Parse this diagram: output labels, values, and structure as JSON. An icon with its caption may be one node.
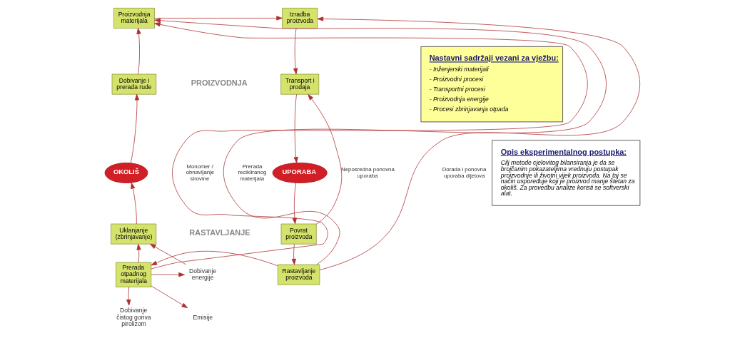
{
  "diagram": {
    "nodes": [
      {
        "text": [
          "Proizvodnja materijala"
        ]
      },
      {
        "text": [
          "Izradba proizvoda"
        ]
      },
      {
        "text": [
          "Dobivanje i prerada rude"
        ]
      },
      {
        "text": [
          "Transport i prodaja"
        ]
      },
      {
        "text": [
          "OKOLIŠ"
        ]
      },
      {
        "text": [
          "UPORABA"
        ]
      },
      {
        "text": [
          "Uklanjanje (zbrinjavanje)"
        ]
      },
      {
        "text": [
          "Povrat proizvoda"
        ]
      },
      {
        "text": [
          "Dobivanje energije"
        ]
      },
      {
        "text": [
          "Emisije"
        ]
      },
      {
        "text": [
          "Prerada otpadnog materijala"
        ]
      },
      {
        "text": [
          "Rastavljanje proizvoda"
        ]
      },
      {
        "text": [
          "Dobivanje čistog goriva pirolizom"
        ]
      },
      {
        "text": [
          "Nastavni sadržaji vezani za vježbu:",
          "- Inženjerski materijali",
          "- Proizvodni procesi",
          "- Transportni procesi",
          "- Proizvodnja energije",
          "- Procesi zbrinjavanja otpada"
        ]
      },
      {
        "text": [
          "Opis eksperimentalnog postupka:",
          "Cilj metode cjelovitog bilansiranja je da se brojčanim pokazateljima vrednuju postupak proizvodnje ili životni vijek proizvoda. Na taj se način uspoređuje koji je proizvod manje štetan za okoliš. Za provedbu analize koristi se softverski alat."
        ]
      }
    ],
    "edges": [
      {
        "from": 0,
        "to": 1,
        "arrow": "to"
      },
      {
        "from": 2,
        "to": 0,
        "arrow": "to"
      },
      {
        "from": 4,
        "to": 2,
        "arrow": "to"
      },
      {
        "from": 6,
        "to": 4,
        "arrow": "to"
      },
      {
        "from": 1,
        "to": 3,
        "arrow": "to"
      },
      {
        "from": 3,
        "to": 5,
        "arrow": "to"
      },
      {
        "from": 5,
        "to": 7,
        "arrow": "to"
      },
      {
        "from": 7,
        "to": 11,
        "arrow": "to"
      },
      {
        "from": 7,
        "to": 3,
        "arrow": "to",
        "label": "Neposredna ponovna uporaba"
      },
      {
        "from": 11,
        "to": 1,
        "arrow": "to",
        "label": "Dorada i ponovna uporaba dijelova"
      },
      {
        "from": 11,
        "to": 0,
        "arrow": "to",
        "label": "Prerada recikliranog materijala"
      },
      {
        "from": 11,
        "to": 10,
        "arrow": "to"
      },
      {
        "from": 10,
        "to": 0,
        "arrow": "to",
        "label": "Monomer / obnavljanje sirovine"
      },
      {
        "from": 10,
        "to": 6,
        "arrow": "to"
      },
      {
        "from": 10,
        "to": 8,
        "arrow": "to"
      },
      {
        "from": 8,
        "to": 6,
        "arrow": "to"
      },
      {
        "from": 10,
        "to": 9,
        "arrow": "to"
      },
      {
        "from": 10,
        "to": 12,
        "arrow": "to"
      }
    ],
    "labels": [
      "PROIZVODNJA",
      "RASTAVLJANJE"
    ]
  }
}
